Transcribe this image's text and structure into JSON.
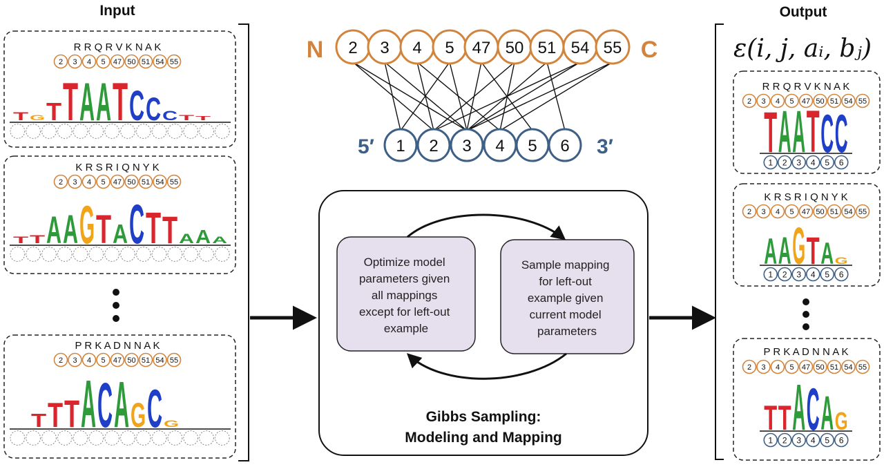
{
  "input": {
    "title": "Input",
    "panels": [
      {
        "seq": "R R Q R V K N A K",
        "logo": [
          {
            "c": "T",
            "h": 12
          },
          {
            "c": "G",
            "h": 8
          },
          {
            "c": "T",
            "h": 26
          },
          {
            "c": "T",
            "h": 56
          },
          {
            "c": "A",
            "h": 56
          },
          {
            "c": "A",
            "h": 56
          },
          {
            "c": "T",
            "h": 56
          },
          {
            "c": "C",
            "h": 44
          },
          {
            "c": "C",
            "h": 34
          },
          {
            "c": "C",
            "h": 14
          },
          {
            "c": "T",
            "h": 8
          },
          {
            "c": "T",
            "h": 6
          }
        ]
      },
      {
        "seq": "K R S R I Q N Y K",
        "logo": [
          {
            "c": "T",
            "h": 10
          },
          {
            "c": "T",
            "h": 12
          },
          {
            "c": "A",
            "h": 40
          },
          {
            "c": "A",
            "h": 42
          },
          {
            "c": "G",
            "h": 56
          },
          {
            "c": "T",
            "h": 42
          },
          {
            "c": "A",
            "h": 28
          },
          {
            "c": "C",
            "h": 58
          },
          {
            "c": "T",
            "h": 46
          },
          {
            "c": "T",
            "h": 40
          },
          {
            "c": "A",
            "h": 14
          },
          {
            "c": "A",
            "h": 20
          },
          {
            "c": "A",
            "h": 10
          }
        ]
      },
      {
        "seq": "P R K A D N N A K",
        "logo": [
          {
            "c": "T",
            "h": 20
          },
          {
            "c": "T",
            "h": 36
          },
          {
            "c": "T",
            "h": 40
          },
          {
            "c": "A",
            "h": 70
          },
          {
            "c": "C",
            "h": 66
          },
          {
            "c": "A",
            "h": 68
          },
          {
            "c": "G",
            "h": 36
          },
          {
            "c": "C",
            "h": 56
          },
          {
            "c": "G",
            "h": 10
          }
        ]
      }
    ]
  },
  "positions": [
    "2",
    "3",
    "4",
    "5",
    "47",
    "50",
    "51",
    "54",
    "55"
  ],
  "protein": {
    "n_label": "N",
    "c_label": "C"
  },
  "dna": {
    "five_label": "5′",
    "three_label": "3′",
    "positions": [
      "1",
      "2",
      "3",
      "4",
      "5",
      "6"
    ]
  },
  "edges": [
    [
      0,
      1
    ],
    [
      0,
      2
    ],
    [
      1,
      0
    ],
    [
      1,
      2
    ],
    [
      2,
      1
    ],
    [
      2,
      3
    ],
    [
      3,
      0
    ],
    [
      3,
      2
    ],
    [
      4,
      2
    ],
    [
      4,
      4
    ],
    [
      5,
      1
    ],
    [
      5,
      3
    ],
    [
      6,
      2
    ],
    [
      6,
      5
    ],
    [
      7,
      1
    ],
    [
      7,
      2
    ],
    [
      8,
      2
    ],
    [
      8,
      3
    ]
  ],
  "gibbs": {
    "step_left": [
      "Optimize model",
      "parameters given",
      "all mappings",
      "except for left-out",
      "example"
    ],
    "step_right": [
      "Sample mapping",
      "for left-out",
      "example given",
      "current model",
      "parameters"
    ],
    "title_line1": "Gibbs Sampling:",
    "title_line2": "Modeling and Mapping"
  },
  "output": {
    "title": "Output",
    "formula": "ε(i, j, aᵢ, bⱼ)",
    "panels": [
      {
        "seq": "R R Q R V K N A K",
        "logo": [
          {
            "c": "T",
            "h": 60
          },
          {
            "c": "A",
            "h": 62
          },
          {
            "c": "A",
            "h": 62
          },
          {
            "c": "T",
            "h": 62
          },
          {
            "c": "C",
            "h": 56
          },
          {
            "c": "C",
            "h": 56
          }
        ]
      },
      {
        "seq": "K R S R I Q N Y K",
        "logo": [
          {
            "c": "A",
            "h": 38
          },
          {
            "c": "A",
            "h": 40
          },
          {
            "c": "G",
            "h": 54
          },
          {
            "c": "T",
            "h": 40
          },
          {
            "c": "A",
            "h": 32
          },
          {
            "c": "G",
            "h": 10
          }
        ]
      },
      {
        "seq": "P R K A D N N A K",
        "logo": [
          {
            "c": "T",
            "h": 36
          },
          {
            "c": "T",
            "h": 36
          },
          {
            "c": "A",
            "h": 68
          },
          {
            "c": "C",
            "h": 62
          },
          {
            "c": "A",
            "h": 50
          },
          {
            "c": "G",
            "h": 26
          }
        ]
      }
    ]
  },
  "colors": {
    "orange": "#D2843C",
    "blue": "#3E5F86",
    "box_fill": "#E5DFEE",
    "A": "#2E9A3A",
    "C": "#1F3FC7",
    "G": "#F0A419",
    "T": "#D8262C"
  }
}
